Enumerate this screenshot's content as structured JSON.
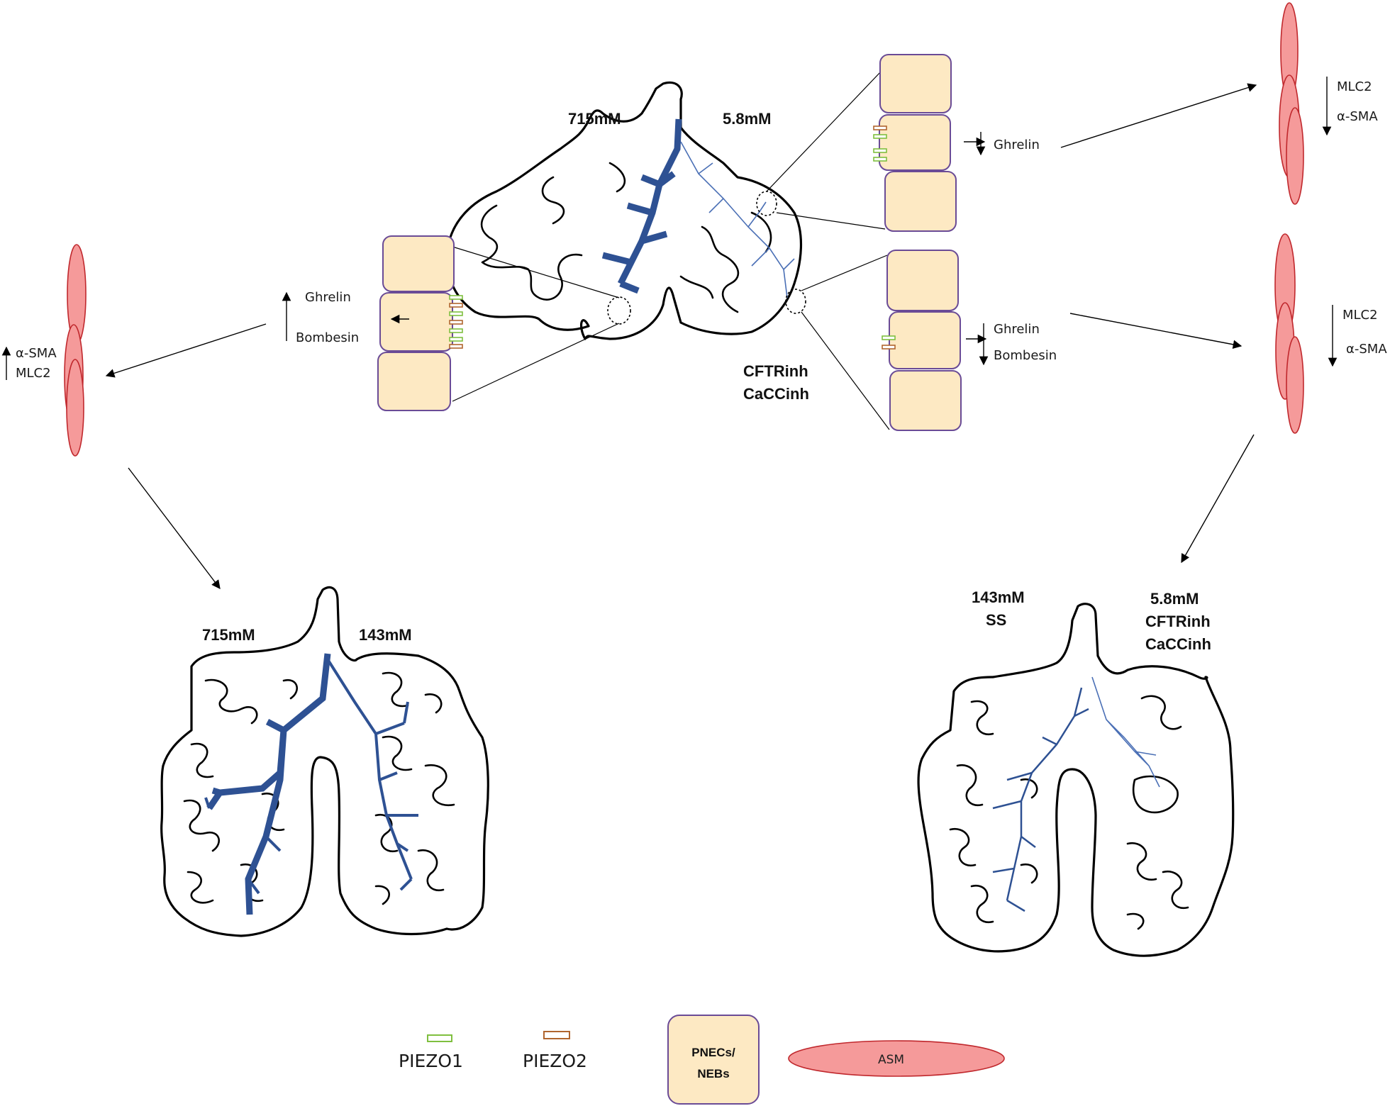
{
  "top_lung": {
    "left_conc": "715mM",
    "right_conc": "5.8mM",
    "treatment_1": "CFTRinh",
    "treatment_2": "CaCCinh"
  },
  "left_cells": {
    "ghrelin": "Ghrelin",
    "bombesin": "Bombesin"
  },
  "top_right_cells": {
    "ghrelin": "Ghrelin"
  },
  "mid_right_cells": {
    "ghrelin": "Ghrelin",
    "bombesin": "Bombesin"
  },
  "left_asm": {
    "marker_1": "α-SMA",
    "marker_2": "MLC2"
  },
  "top_right_asm": {
    "marker_1": "MLC2",
    "marker_2": "α-SMA"
  },
  "mid_right_asm": {
    "marker_1": "MLC2",
    "marker_2": "α-SMA"
  },
  "bottom_left_lung": {
    "left_conc": "715mM",
    "right_conc": "143mM"
  },
  "bottom_right_lung": {
    "left_conc": "143mM",
    "left_extra": "SS",
    "right_conc": "5.8mM",
    "treatment_1": "CFTRinh",
    "treatment_2": "CaCCinh"
  },
  "legend": {
    "piezo1": "PIEZO1",
    "piezo2": "PIEZO2",
    "cell_line1": "PNECs/",
    "cell_line2": "NEBs",
    "asm": "ASM",
    "piezo1_color": "#7fbf3f",
    "piezo2_color": "#b0652e",
    "cell_color": "#fde9c3",
    "asm_color": "#f59a9a"
  }
}
